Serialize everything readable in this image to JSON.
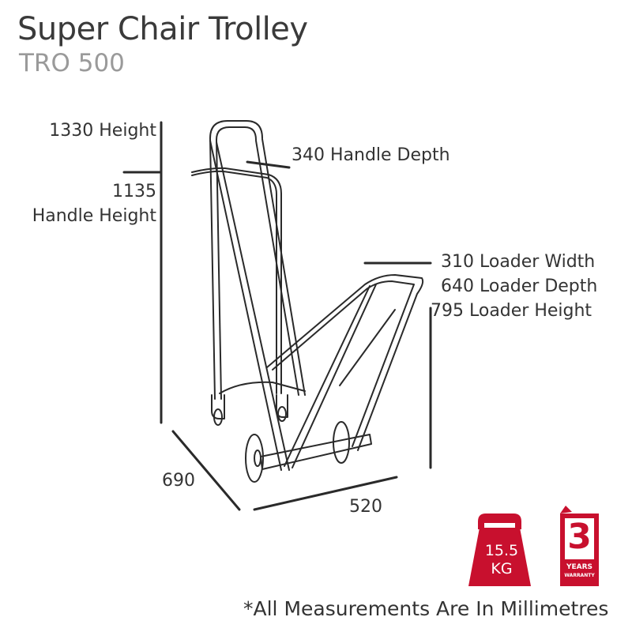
{
  "title": "Super Chair Trolley",
  "model": "TRO 500",
  "dimensions": {
    "height": "1330 Height",
    "handle_height_value": "1135",
    "handle_height_text": "Handle Height",
    "handle_depth": "340 Handle Depth",
    "loader_width": "310 Loader Width",
    "loader_depth": "640 Loader Depth",
    "loader_height": "795 Loader Height",
    "base_depth": "690",
    "base_width": "520"
  },
  "weight_badge": {
    "value": "15.5",
    "unit": "KG",
    "color": "#c8102e"
  },
  "warranty_badge": {
    "years": "3",
    "line1": "YEARS",
    "line2": "WARRANTY",
    "color": "#c8102e"
  },
  "footnote": "*All Measurements Are In Millimetres"
}
